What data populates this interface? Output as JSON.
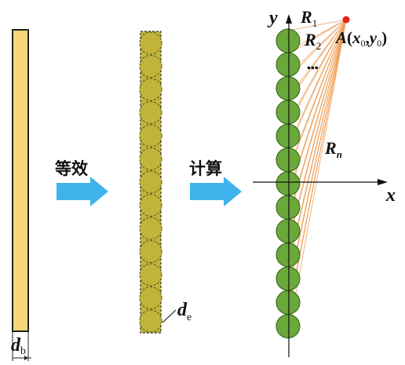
{
  "colors": {
    "bar_fill": "#f7d775",
    "bar_stroke": "#222222",
    "mid_bar_fill": "#c2b43a",
    "circle_fill": "#6aa83a",
    "circle_stroke": "#2f5e18",
    "arrow_fill": "#3fb3ec",
    "ray_color": "#f0a05a",
    "point_color": "#e8231b",
    "axis_color": "#111111"
  },
  "labels": {
    "db_main": "d",
    "db_sub": "b",
    "de_main": "d",
    "de_sub": "e",
    "arrow1": "等效",
    "arrow2": "计算",
    "axis_x": "x",
    "axis_y": "y",
    "r1_main": "R",
    "r1_sub": "1",
    "r2_main": "R",
    "r2_sub": "2",
    "rn_main": "R",
    "rn_sub": "n",
    "ellipsis": "•••",
    "point_a": {
      "A": "A",
      "open": "(",
      "x": "x",
      "x_sub": "0",
      "comma": ",",
      "y": "y",
      "y_sub": "0",
      "close": ")"
    }
  },
  "icons": {
    "arrow1": "right-arrow-icon",
    "arrow2": "right-arrow-icon"
  },
  "counts": {
    "mid_circles": 13,
    "right_circles": 13
  }
}
